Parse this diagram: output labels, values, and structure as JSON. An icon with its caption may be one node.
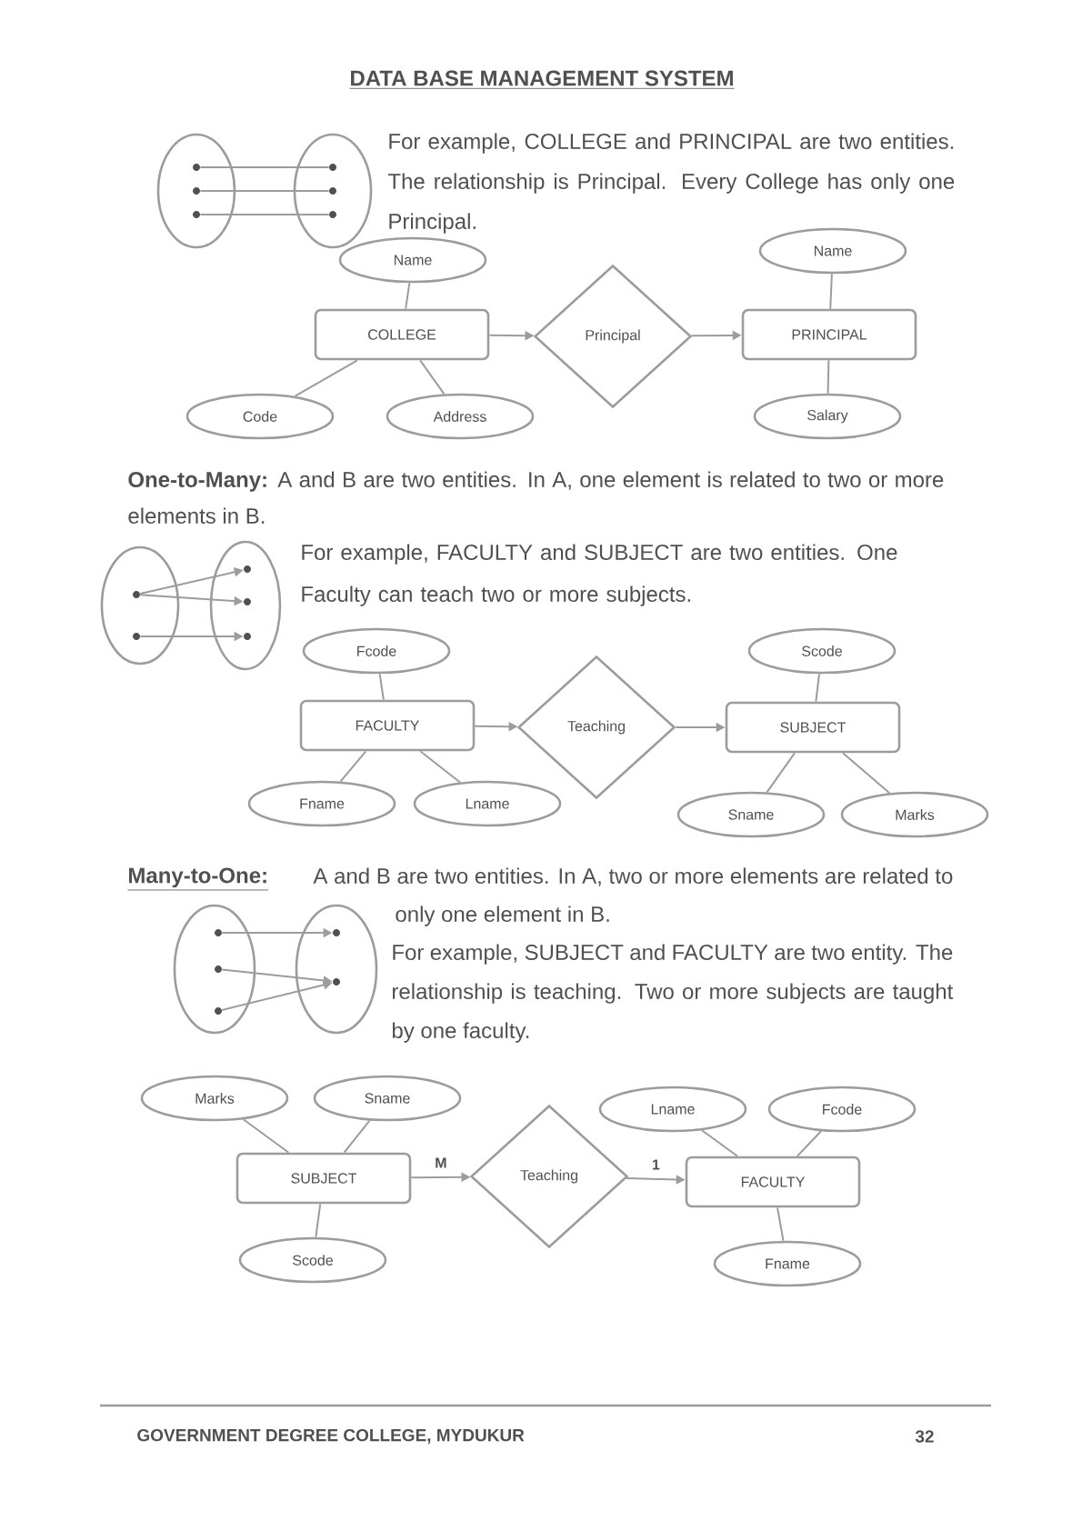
{
  "diagram": {
    "title": "DATA BASE MANAGEMENT SYSTEM",
    "nodes": [
      {
        "text": [],
        "shape": "ellipse"
      },
      {
        "text": [],
        "shape": "dot",
        "in": 0
      },
      {
        "text": [],
        "shape": "dot",
        "in": 0
      },
      {
        "text": [],
        "shape": "dot",
        "in": 0
      },
      {
        "text": [],
        "shape": "ellipse"
      },
      {
        "text": [],
        "shape": "dot",
        "in": 4
      },
      {
        "text": [],
        "shape": "dot",
        "in": 4
      },
      {
        "text": [],
        "shape": "dot",
        "in": 4
      },
      {
        "text": [
          "Name"
        ]
      },
      {
        "text": [
          "Name"
        ]
      },
      {
        "text": [
          "COLLEGE"
        ]
      },
      {
        "text": [
          "Principal"
        ]
      },
      {
        "text": [
          "PRINCIPAL"
        ]
      },
      {
        "text": [
          "Code"
        ]
      },
      {
        "text": [
          "Address"
        ]
      },
      {
        "text": [
          "Salary"
        ]
      },
      {
        "text": [],
        "shape": "ellipse"
      },
      {
        "text": [],
        "shape": "dot",
        "in": 16
      },
      {
        "text": [],
        "shape": "dot",
        "in": 16
      },
      {
        "text": [],
        "shape": "ellipse"
      },
      {
        "text": [],
        "shape": "dot",
        "in": 19
      },
      {
        "text": [],
        "shape": "dot",
        "in": 19
      },
      {
        "text": [],
        "shape": "dot",
        "in": 19
      },
      {
        "text": [
          "Fcode"
        ]
      },
      {
        "text": [
          "Scode"
        ]
      },
      {
        "text": [
          "FACULTY"
        ]
      },
      {
        "text": [
          "Teaching"
        ]
      },
      {
        "text": [
          "SUBJECT"
        ]
      },
      {
        "text": [
          "Fname"
        ]
      },
      {
        "text": [
          "Lname"
        ]
      },
      {
        "text": [
          "Sname"
        ]
      },
      {
        "text": [
          "Marks"
        ]
      },
      {
        "text": [],
        "shape": "ellipse"
      },
      {
        "text": [],
        "shape": "dot",
        "in": 32
      },
      {
        "text": [],
        "shape": "dot",
        "in": 32
      },
      {
        "text": [],
        "shape": "dot",
        "in": 32
      },
      {
        "text": [],
        "shape": "ellipse"
      },
      {
        "text": [],
        "shape": "dot",
        "in": 36
      },
      {
        "text": [],
        "shape": "dot",
        "in": 36
      },
      {
        "text": [
          "Marks"
        ]
      },
      {
        "text": [
          "Sname"
        ]
      },
      {
        "text": [
          "Lname"
        ]
      },
      {
        "text": [
          "Fcode"
        ]
      },
      {
        "text": [
          "SUBJECT"
        ]
      },
      {
        "text": [
          "Teaching"
        ]
      },
      {
        "text": [
          "FACULTY"
        ]
      },
      {
        "text": [
          "Scode"
        ]
      },
      {
        "text": [
          "Fname"
        ]
      }
    ],
    "edges": [
      {
        "from": 1,
        "to": 5,
        "arrow": "none"
      },
      {
        "from": 2,
        "to": 6,
        "arrow": "none"
      },
      {
        "from": 3,
        "to": 7,
        "arrow": "none"
      },
      {
        "from": 8,
        "to": 10,
        "arrow": "none"
      },
      {
        "from": 10,
        "to": 11,
        "arrow": "to"
      },
      {
        "from": 11,
        "to": 12,
        "arrow": "to"
      },
      {
        "from": 9,
        "to": 12,
        "arrow": "none"
      },
      {
        "from": 13,
        "to": 10,
        "arrow": "none"
      },
      {
        "from": 14,
        "to": 10,
        "arrow": "none"
      },
      {
        "from": 15,
        "to": 12,
        "arrow": "none"
      },
      {
        "from": 17,
        "to": 20,
        "arrow": "to"
      },
      {
        "from": 17,
        "to": 21,
        "arrow": "to"
      },
      {
        "from": 18,
        "to": 22,
        "arrow": "to"
      },
      {
        "from": 23,
        "to": 25,
        "arrow": "none"
      },
      {
        "from": 25,
        "to": 26,
        "arrow": "to"
      },
      {
        "from": 26,
        "to": 27,
        "arrow": "to"
      },
      {
        "from": 24,
        "to": 27,
        "arrow": "none"
      },
      {
        "from": 28,
        "to": 25,
        "arrow": "none"
      },
      {
        "from": 29,
        "to": 25,
        "arrow": "none"
      },
      {
        "from": 30,
        "to": 27,
        "arrow": "none"
      },
      {
        "from": 31,
        "to": 27,
        "arrow": "none"
      },
      {
        "from": 33,
        "to": 37,
        "arrow": "to"
      },
      {
        "from": 34,
        "to": 38,
        "arrow": "to"
      },
      {
        "from": 35,
        "to": 38,
        "arrow": "to"
      },
      {
        "from": 39,
        "to": 43,
        "arrow": "none"
      },
      {
        "from": 40,
        "to": 43,
        "arrow": "none"
      },
      {
        "from": 43,
        "to": 44,
        "arrow": "to",
        "label": "M"
      },
      {
        "from": 44,
        "to": 45,
        "arrow": "to",
        "label": "1"
      },
      {
        "from": 41,
        "to": 45,
        "arrow": "none"
      },
      {
        "from": 42,
        "to": 45,
        "arrow": "none"
      },
      {
        "from": 46,
        "to": 43,
        "arrow": "none"
      },
      {
        "from": 47,
        "to": 45,
        "arrow": "none"
      }
    ],
    "labels": [
      "For example, COLLEGE and PRINCIPAL are two entities. The relationship is Principal. Every College has only one Principal.",
      "**One-to-Many:** A and B are two entities. In A, one element is related to two or more elements in B.",
      "For example, FACULTY and SUBJECT are two entities. One Faculty can teach two or more subjects.",
      "Many-to-One:",
      "A and B are two entities. In A, two or more elements are related to only one element in B.",
      "For example, SUBJECT and FACULTY are two entity. The relationship is teaching. Two or more subjects are taught by one faculty.",
      "GOVERNMENT DEGREE COLLEGE, MYDUKUR",
      "32"
    ]
  }
}
